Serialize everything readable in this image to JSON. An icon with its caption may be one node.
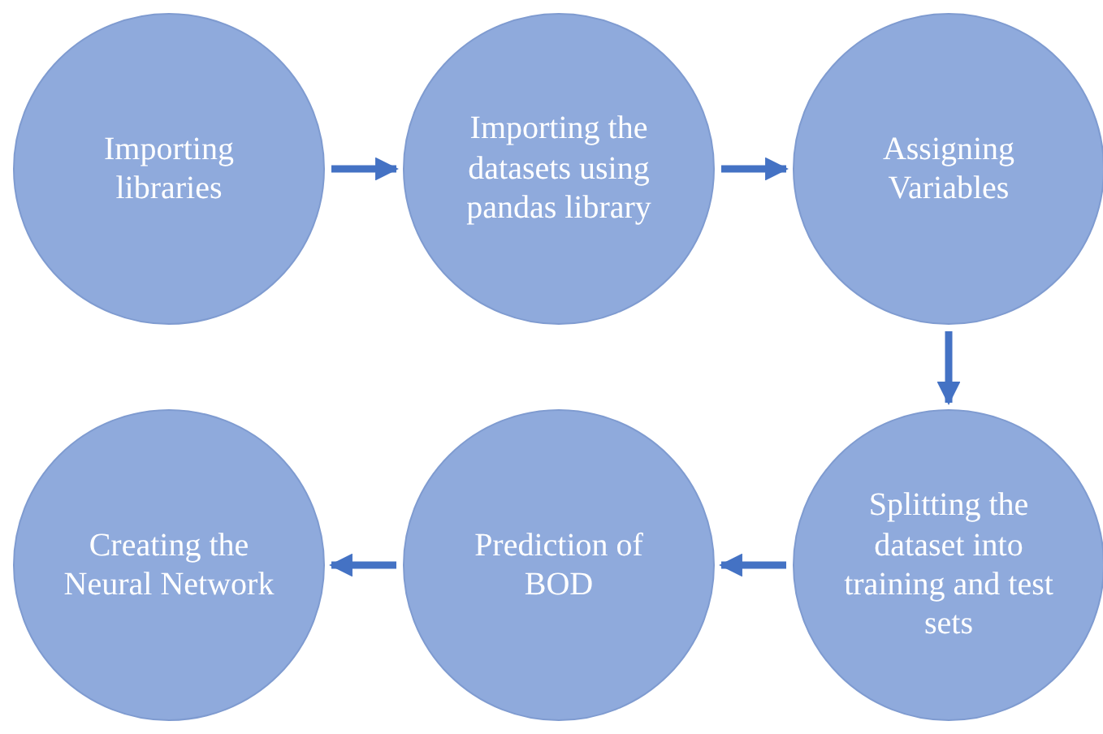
{
  "diagram": {
    "nodes": [
      {
        "text": [
          "Importing libraries"
        ]
      },
      {
        "text": [
          "Importing the datasets using pandas library"
        ]
      },
      {
        "text": [
          "Assigning Variables"
        ]
      },
      {
        "text": [
          "Creating the Neural Network"
        ]
      },
      {
        "text": [
          "Prediction of BOD"
        ]
      },
      {
        "text": [
          "Splitting the dataset into training and test sets"
        ]
      }
    ],
    "edges": [
      {
        "from": 0,
        "to": 1,
        "arrow": "to"
      },
      {
        "from": 1,
        "to": 2,
        "arrow": "to"
      },
      {
        "from": 2,
        "to": 5,
        "arrow": "to"
      },
      {
        "from": 5,
        "to": 4,
        "arrow": "to"
      },
      {
        "from": 4,
        "to": 3,
        "arrow": "to"
      }
    ]
  }
}
